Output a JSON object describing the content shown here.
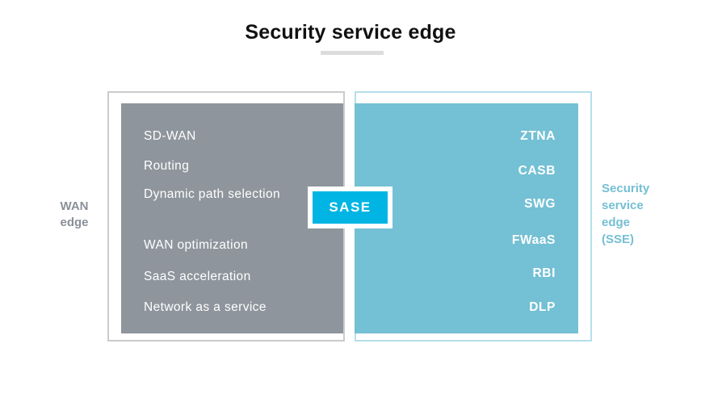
{
  "title": "Security service edge",
  "wan_edge_label": "WAN\nedge",
  "sse_label": "Security\nservice\nedge\n(SSE)",
  "sase_label": "SASE",
  "wan_box": {
    "items": [
      "SD-WAN",
      "Routing",
      "Dynamic path selection",
      "WAN optimization",
      "SaaS acceleration",
      "Network as a service"
    ]
  },
  "sse_box": {
    "items": [
      "ZTNA",
      "CASB",
      "SWG",
      "FWaaS",
      "RBI",
      "DLP"
    ]
  },
  "colors": {
    "title_text": "#111111",
    "title_underline": "#dcdcdc",
    "wan_box_fill": "#8e959c",
    "wan_outline_border": "#c9cbce",
    "wan_label_text": "#8a9099",
    "sse_box_fill": "#74c0d4",
    "sse_outline_border": "#b5dfe9",
    "sse_label_text": "#74bfd4",
    "sase_fill": "#00b5e3",
    "box_item_text": "#ffffff"
  }
}
